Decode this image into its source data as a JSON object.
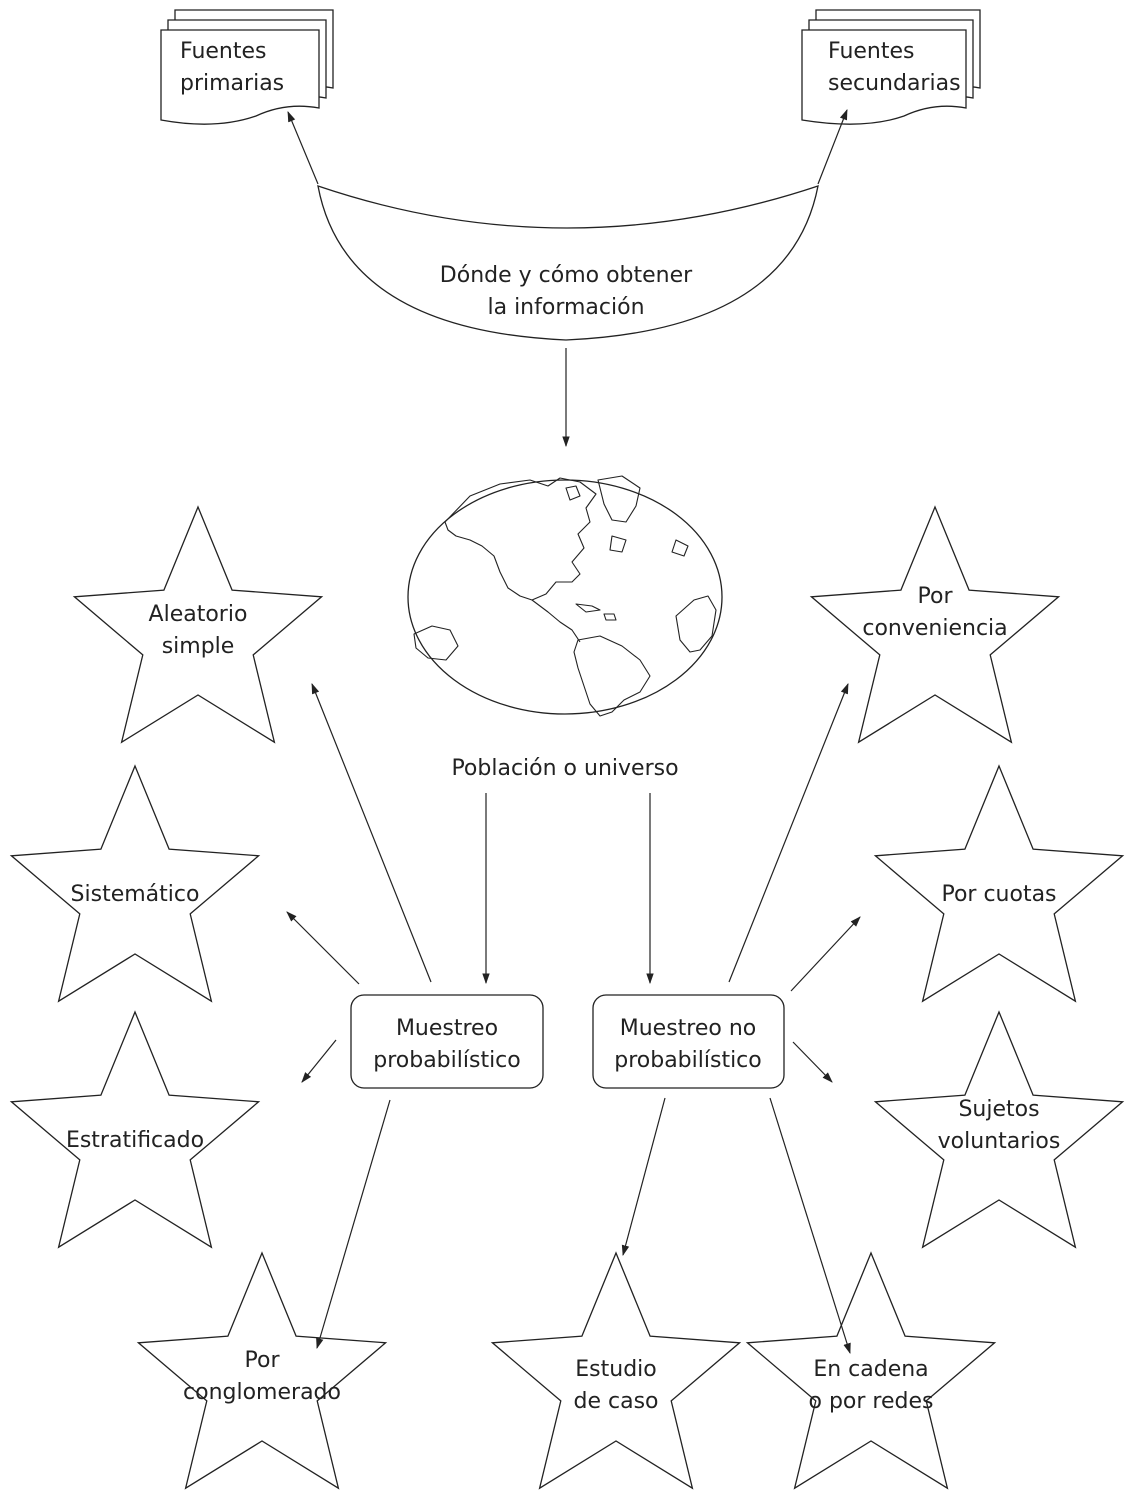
{
  "sources": {
    "primary": [
      "Fuentes",
      "primarias"
    ],
    "secondary": [
      "Fuentes",
      "secundarias"
    ]
  },
  "where_how": [
    "Dónde y cómo obtener",
    "la información"
  ],
  "population": "Población o universo",
  "sampling": {
    "probabilistic": [
      "Muestreo",
      "probabilístico"
    ],
    "non_probabilistic": [
      "Muestreo no",
      "probabilístico"
    ]
  },
  "probabilistic_types": {
    "simple_random": [
      "Aleatorio",
      "simple"
    ],
    "systematic": [
      "Sistemático"
    ],
    "stratified": [
      "Estratificado"
    ],
    "cluster": [
      "Por",
      "conglomerado"
    ]
  },
  "non_probabilistic_types": {
    "convenience": [
      "Por",
      "conveniencia"
    ],
    "quota": [
      "Por cuotas"
    ],
    "volunteers": [
      "Sujetos",
      "voluntarios"
    ],
    "case_study": [
      "Estudio",
      "de caso"
    ],
    "snowball": [
      "En cadena",
      "o por redes"
    ]
  },
  "icons": {
    "documents": "document-stack-icon",
    "globe": "globe-icon",
    "star": "star-shape"
  }
}
